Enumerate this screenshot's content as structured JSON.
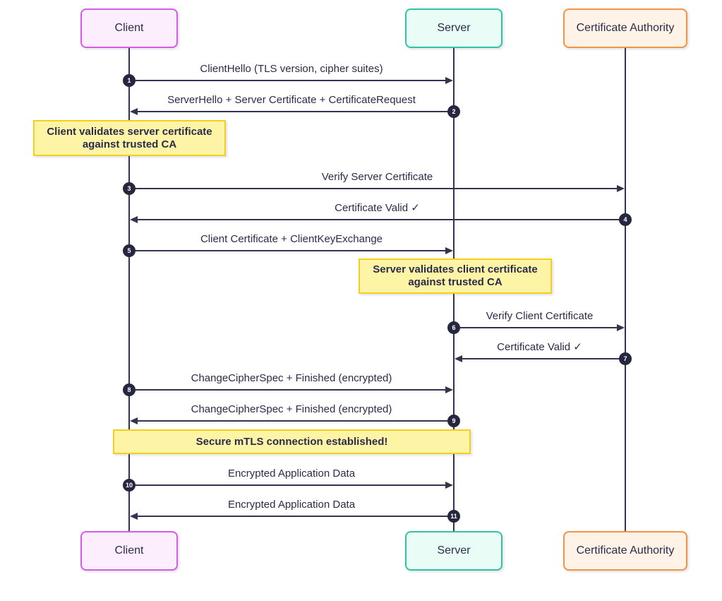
{
  "diagram": {
    "type": "sequence-diagram",
    "topic": "mTLS handshake",
    "colors": {
      "background": "#ffffff",
      "text": "#2b2b4a",
      "line": "#33334f",
      "badge_fill": "#262641",
      "badge_text": "#ffffff",
      "note_fill": "#fdf4a6",
      "note_border": "#f3cf20"
    },
    "actors": [
      {
        "id": "client",
        "label": "Client",
        "fill": "#fdeefe",
        "border": "#d65ce8"
      },
      {
        "id": "server",
        "label": "Server",
        "fill": "#e9fcf6",
        "border": "#30c3a4"
      },
      {
        "id": "ca",
        "label": "Certificate Authority",
        "fill": "#fff2e6",
        "border": "#f29445"
      }
    ],
    "messages": [
      {
        "seq": 1,
        "from": "client",
        "to": "server",
        "label": "ClientHello (TLS version, cipher suites)"
      },
      {
        "seq": 2,
        "from": "server",
        "to": "client",
        "label": "ServerHello + Server Certificate + CertificateRequest"
      },
      {
        "seq": 3,
        "from": "client",
        "to": "ca",
        "label": "Verify Server Certificate"
      },
      {
        "seq": 4,
        "from": "ca",
        "to": "client",
        "label": "Certificate Valid ✓"
      },
      {
        "seq": 5,
        "from": "client",
        "to": "server",
        "label": "Client Certificate + ClientKeyExchange"
      },
      {
        "seq": 6,
        "from": "server",
        "to": "ca",
        "label": "Verify Client Certificate"
      },
      {
        "seq": 7,
        "from": "ca",
        "to": "server",
        "label": "Certificate Valid ✓"
      },
      {
        "seq": 8,
        "from": "client",
        "to": "server",
        "label": "ChangeCipherSpec + Finished (encrypted)"
      },
      {
        "seq": 9,
        "from": "server",
        "to": "client",
        "label": "ChangeCipherSpec + Finished (encrypted)"
      },
      {
        "seq": 10,
        "from": "client",
        "to": "server",
        "label": "Encrypted Application Data"
      },
      {
        "seq": 11,
        "from": "server",
        "to": "client",
        "label": "Encrypted Application Data"
      }
    ],
    "notes": [
      {
        "over": "client",
        "text": "Client validates server certificate\nagainst trusted CA"
      },
      {
        "over": "server",
        "text": "Server validates client certificate\nagainst trusted CA"
      },
      {
        "over": "client-server",
        "text": "Secure mTLS connection established!"
      }
    ]
  }
}
